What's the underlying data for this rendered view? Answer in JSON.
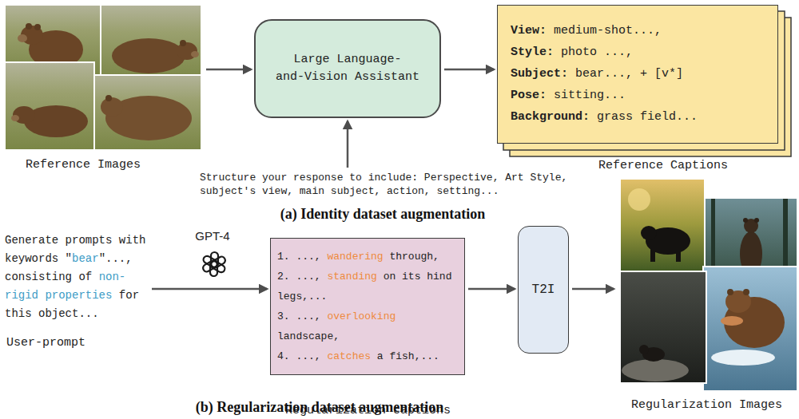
{
  "diagram": {
    "nodes": [
      {
        "text": [
          "Reference Images"
        ]
      },
      {
        "text": [
          "Large Language-and-Vision Assistant"
        ]
      },
      {
        "text": [
          "Structure your response to include: Perspective, Art Style, subject's view, main subject, action, setting..."
        ]
      },
      {
        "text": [
          "View: medium-shot...,",
          "Style: photo ...,",
          "Subject: bear..., + [v*]",
          "Pose: sitting...",
          "Background: grass field...",
          "Reference Captions"
        ]
      },
      {
        "text": [
          "Generate prompts with keywords \"bear\"..., consisting of non-rigid properties for this object...",
          "User-prompt"
        ]
      },
      {
        "text": [
          "1. ..., wandering through,",
          "2. ..., standing on its hind legs,...",
          "3. ..., overlooking landscape,",
          "4. ..., catches a fish,...",
          "Regularization captions"
        ]
      },
      {
        "text": [
          "T2I"
        ]
      },
      {
        "text": [
          "Regularization Images"
        ]
      }
    ],
    "edges": [
      {
        "from": 0,
        "to": 1,
        "arrow": "to"
      },
      {
        "from": 2,
        "to": 1,
        "arrow": "to"
      },
      {
        "from": 1,
        "to": 3,
        "arrow": "to"
      },
      {
        "from": 4,
        "to": 5,
        "label": "GPT-4",
        "arrow": "to"
      },
      {
        "from": 5,
        "to": 6,
        "arrow": "to"
      },
      {
        "from": 6,
        "to": 7,
        "arrow": "to"
      }
    ],
    "labels": [
      "(a) Identity dataset augmentation",
      "(b) Regularization dataset augmentation"
    ]
  }
}
